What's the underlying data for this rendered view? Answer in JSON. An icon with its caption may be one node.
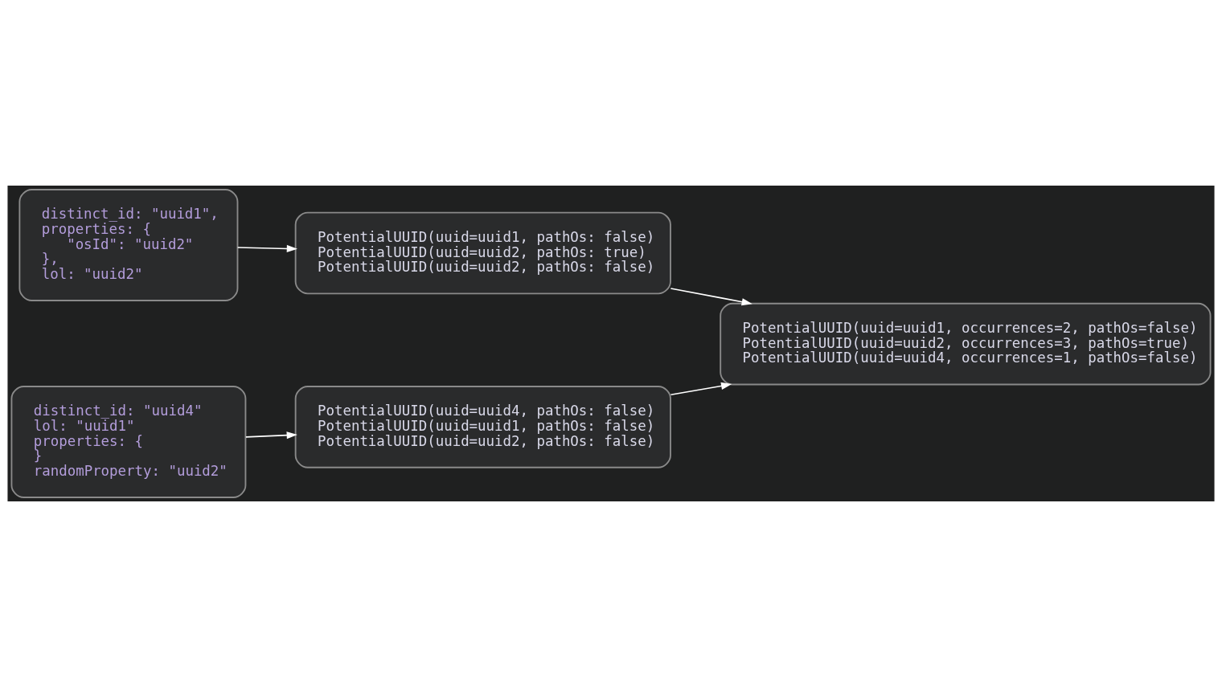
{
  "diagram": {
    "nodes": [
      {
        "text": [
          "distinct_id: \"uuid1\",",
          "properties: {",
          "    \"osId\": \"uuid2\"",
          "},",
          "lol: \"uuid2\""
        ]
      },
      {
        "text": [
          "PotentialUUID(uuid=uuid1, pathOs: false)",
          "PotentialUUID(uuid=uuid2, pathOs: true)",
          "PotentialUUID(uuid=uuid2, pathOs: false)"
        ]
      },
      {
        "text": [
          "PotentialUUID(uuid=uuid1, occurrences=2, pathOs=false)",
          "PotentialUUID(uuid=uuid2, occurrences=3, pathOs=true)",
          "PotentialUUID(uuid=uuid4, occurrences=1, pathOs=false)"
        ]
      },
      {
        "text": [
          "distinct_id: \"uuid4\"",
          "lol: \"uuid1\"",
          "properties: {",
          "}",
          "randomProperty: \"uuid2\""
        ]
      },
      {
        "text": [
          "PotentialUUID(uuid=uuid4, pathOs: false)",
          "PotentialUUID(uuid=uuid1, pathOs: false)",
          "PotentialUUID(uuid=uuid2, pathOs: false)"
        ]
      }
    ],
    "edges": [
      {
        "from": 0,
        "to": 1,
        "arrow": "to"
      },
      {
        "from": 3,
        "to": 4,
        "arrow": "to"
      },
      {
        "from": 1,
        "to": 2,
        "arrow": "to"
      },
      {
        "from": 4,
        "to": 2,
        "arrow": "to"
      }
    ]
  }
}
